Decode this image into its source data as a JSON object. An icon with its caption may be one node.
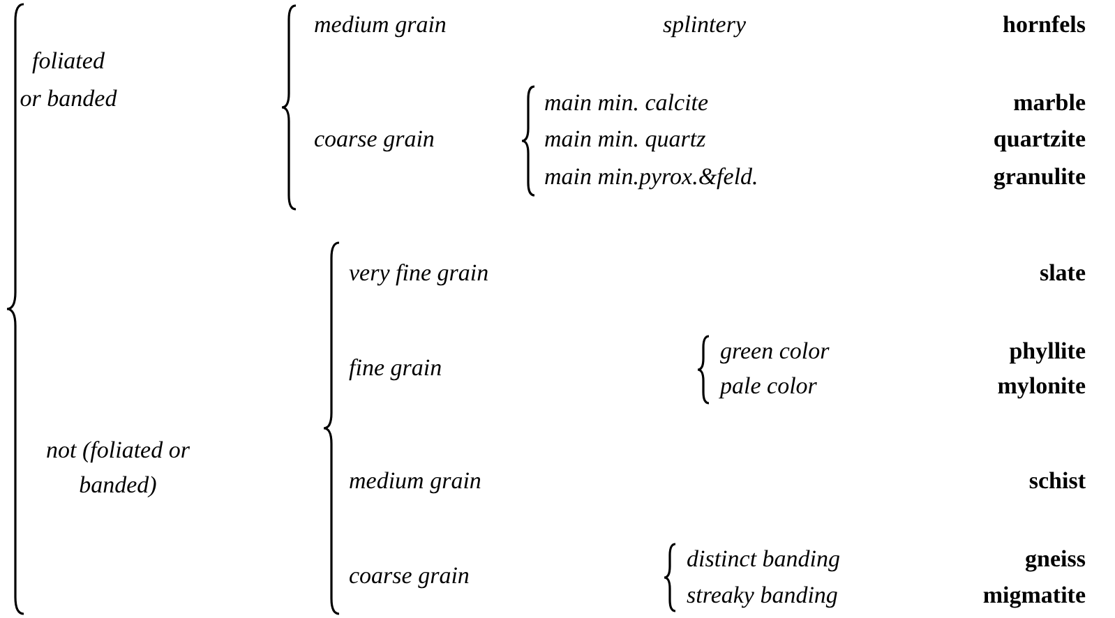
{
  "diagram": {
    "labels": [
      "foliated or banded",
      "medium grain",
      "splintery",
      "hornfels",
      "coarse grain",
      "main min. calcite",
      "marble",
      "main min. quartz",
      "quartzite",
      "main min.pyrox.&feld.",
      "granulite",
      "not (foliated or banded)",
      "very fine grain",
      "slate",
      "fine grain",
      "green color",
      "phyllite",
      "pale color",
      "mylonite",
      "medium grain",
      "schist",
      "coarse grain",
      "distinct banding",
      "gneiss",
      "streaky banding",
      "migmatite"
    ]
  }
}
